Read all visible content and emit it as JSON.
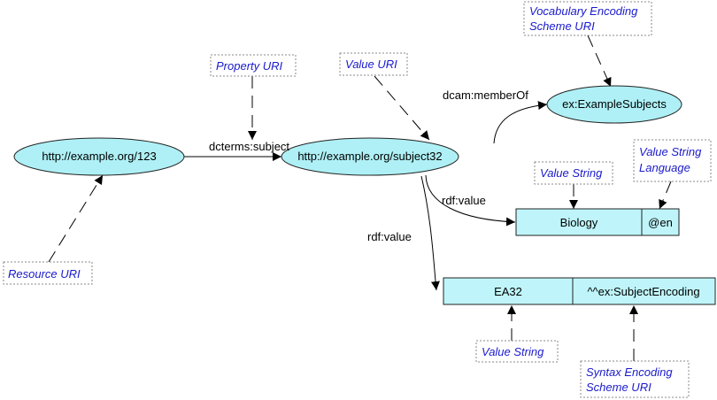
{
  "nodes": {
    "resource": "http://example.org/123",
    "subject": "http://example.org/subject32",
    "vocab": "ex:ExampleSubjects"
  },
  "value_boxes": {
    "biology": {
      "value": "Biology",
      "lang": "@en"
    },
    "ea32": {
      "value": "EA32",
      "encoding": "^^ex:SubjectEncoding"
    }
  },
  "edges": {
    "subject": "dcterms:subject",
    "member_of": "dcam:memberOf",
    "rdf_value_1": "rdf:value",
    "rdf_value_2": "rdf:value"
  },
  "callouts": {
    "resource_uri": "Resource URI",
    "property_uri": "Property URI",
    "value_uri": "Value URI",
    "vocab_scheme": [
      "Vocabulary Encoding",
      "Scheme URI"
    ],
    "value_string_1": "Value String",
    "value_string_lang": [
      "Value String",
      "Language"
    ],
    "value_string_2": "Value String",
    "syntax_scheme": [
      "Syntax Encoding",
      "Scheme URI"
    ]
  },
  "colors": {
    "node_fill": "#aef0f5",
    "box_fill": "#bff5fa",
    "callout_text": "#1a1acc"
  }
}
